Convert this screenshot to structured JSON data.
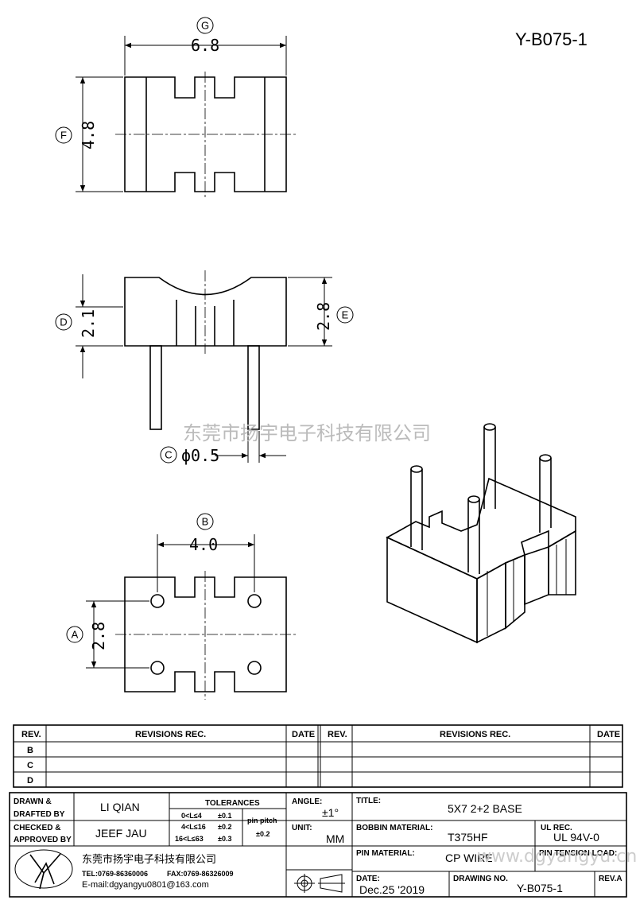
{
  "drawing_code_top": "Y-B075-1",
  "dimensions": {
    "G": {
      "label": "G",
      "value": "6.8"
    },
    "F": {
      "label": "F",
      "value": "4.8"
    },
    "D": {
      "label": "D",
      "value": "2.1"
    },
    "E": {
      "label": "E",
      "value": "2.8"
    },
    "C": {
      "label": "C",
      "value": "ϕ0.5"
    },
    "B": {
      "label": "B",
      "value": "4.0"
    },
    "A": {
      "label": "A",
      "value": "2.8"
    }
  },
  "watermark": "东莞市扬宇电子科技有限公司",
  "watermark_url": "www.dgyangyu.cn",
  "revisions": {
    "rev_header": "REV.",
    "revisions_header": "REVISIONS   REC.",
    "date_header": "DATE",
    "rows": [
      "B",
      "C",
      "D"
    ]
  },
  "title_block": {
    "drawn_label_1": "DRAWN &",
    "drawn_label_2": "DRAFTED BY",
    "drawn_by": "LI QIAN",
    "checked_label_1": "CHECKED &",
    "checked_label_2": "APPROVED BY",
    "checked_by": "JEEF JAU",
    "tolerances_label": "TOLERANCES",
    "tol_rows": [
      {
        "range": "0<L≤4",
        "value": "±0.1"
      },
      {
        "range": "4<L≤16",
        "value": "±0.2"
      },
      {
        "range": "16<L≤63",
        "value": "±0.3"
      }
    ],
    "pin_pitch_label": "pin pitch",
    "pin_pitch_value": "±0.2",
    "angle_label": "ANGLE:",
    "angle_value": "±1°",
    "unit_label": "UNIT:",
    "unit_value": "MM",
    "title_label": "TITLE:",
    "title_value": "5X7  2+2  BASE",
    "bobbin_label": "BOBBIN MATERIAL:",
    "bobbin_value": "T375HF",
    "ul_label": "UL REC.",
    "ul_value": "UL  94V-0",
    "pin_material_label": "PIN MATERIAL:",
    "pin_material_value": "CP  WIRE",
    "pin_tension_label": "PIN TENSION LOAD:",
    "date_label": "DATE:",
    "date_value": "Dec.25 '2019",
    "drawing_no_label": "DRAWING NO.",
    "drawing_no_value": "Y-B075-1",
    "rev_a_label": "REV.A",
    "company_name": "东莞市扬宇电子科技有限公司",
    "tel": "TEL:0769-86360006",
    "fax": "FAX:0769-86326009",
    "email": "E-mail:dgyangyu0801@163.com"
  }
}
